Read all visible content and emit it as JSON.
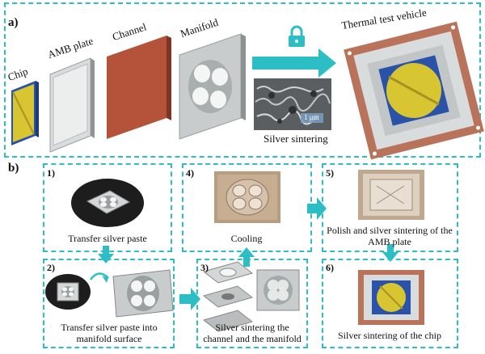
{
  "panel_a": {
    "letter": "a)",
    "labels": {
      "chip": "Chip",
      "amb_plate": "AMB plate",
      "channel": "Channel",
      "manifold": "Manifold",
      "thermal_test_vehicle": "Thermal test vehicle"
    },
    "sem_caption": "Silver sintering",
    "scale_bar": "1 μm"
  },
  "panel_b": {
    "letter": "b)",
    "steps": [
      {
        "num": "1)",
        "caption": "Transfer silver paste"
      },
      {
        "num": "2)",
        "caption": "Transfer silver paste into manifold surface"
      },
      {
        "num": "3)",
        "caption": "Silver sintering the channel and  the manifold"
      },
      {
        "num": "4)",
        "caption": "Cooling"
      },
      {
        "num": "5)",
        "caption": "Polish and silver sintering of the AMB plate"
      },
      {
        "num": "6)",
        "caption": "Silver sintering of the chip"
      }
    ]
  },
  "colors": {
    "accent": "#2bbfc5",
    "channel": "#b5533a",
    "chip_gold": "#d8c532",
    "chip_blue": "#2a52a8",
    "copper": "#b8735a"
  }
}
